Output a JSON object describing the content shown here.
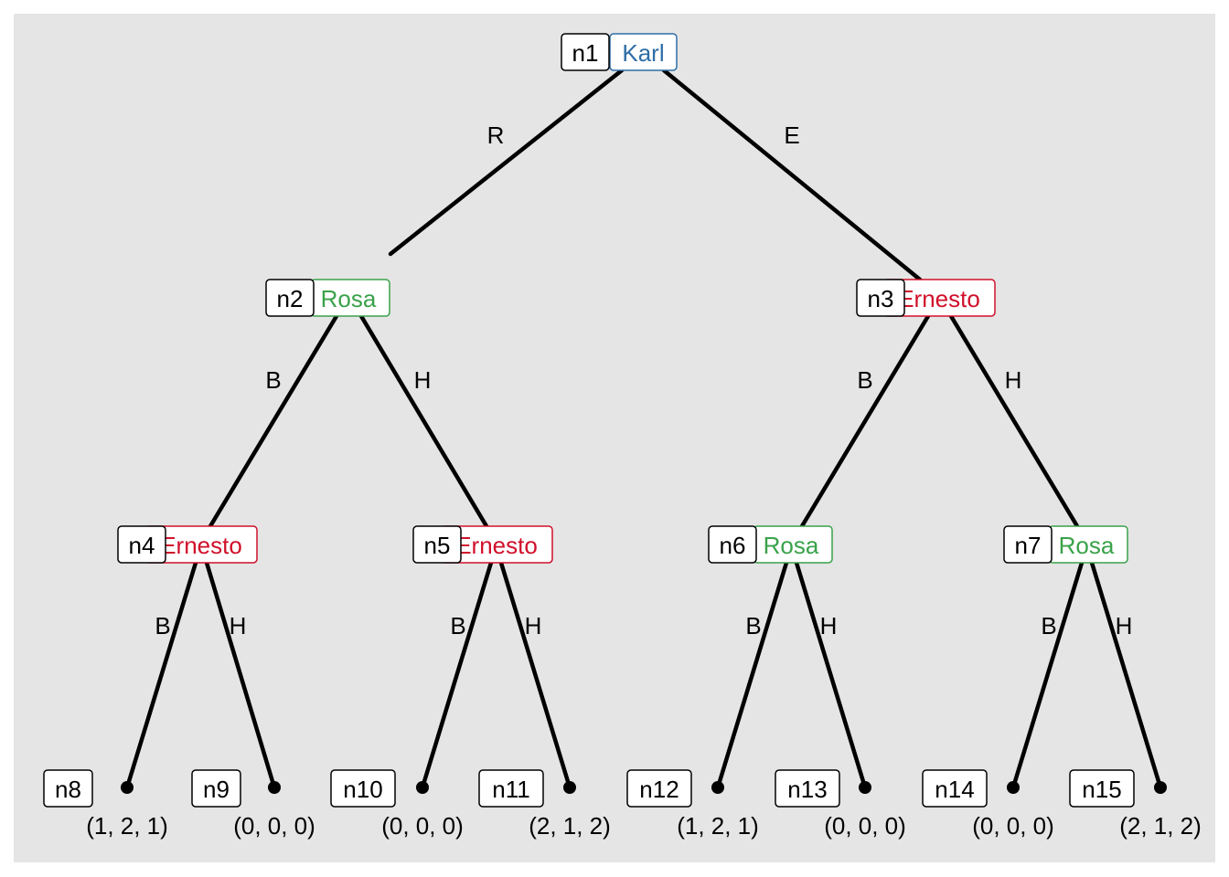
{
  "player_colors": {
    "Karl": "#2f6ea6",
    "Rosa": "#3aa24a",
    "Ernesto": "#d1102a"
  },
  "nodes": [
    {
      "id": "n1",
      "player": "Karl"
    },
    {
      "id": "n2",
      "player": "Rosa"
    },
    {
      "id": "n3",
      "player": "Ernesto"
    },
    {
      "id": "n4",
      "player": "Ernesto"
    },
    {
      "id": "n5",
      "player": "Ernesto"
    },
    {
      "id": "n6",
      "player": "Rosa"
    },
    {
      "id": "n7",
      "player": "Rosa"
    }
  ],
  "leaves": [
    {
      "id": "n8",
      "payoff": "(1, 2, 1)"
    },
    {
      "id": "n9",
      "payoff": "(0, 0, 0)"
    },
    {
      "id": "n10",
      "payoff": "(0, 0, 0)"
    },
    {
      "id": "n11",
      "payoff": "(2, 1, 2)"
    },
    {
      "id": "n12",
      "payoff": "(1, 2, 1)"
    },
    {
      "id": "n13",
      "payoff": "(0, 0, 0)"
    },
    {
      "id": "n14",
      "payoff": "(0, 0, 0)"
    },
    {
      "id": "n15",
      "payoff": "(2, 1, 2)"
    }
  ],
  "edges": [
    {
      "from": "n1",
      "to": "n2",
      "label": "R"
    },
    {
      "from": "n1",
      "to": "n3",
      "label": "E"
    },
    {
      "from": "n2",
      "to": "n4",
      "label": "B"
    },
    {
      "from": "n2",
      "to": "n5",
      "label": "H"
    },
    {
      "from": "n3",
      "to": "n6",
      "label": "B"
    },
    {
      "from": "n3",
      "to": "n7",
      "label": "H"
    },
    {
      "from": "n4",
      "to": "n8",
      "label": "B"
    },
    {
      "from": "n4",
      "to": "n9",
      "label": "H"
    },
    {
      "from": "n5",
      "to": "n10",
      "label": "B"
    },
    {
      "from": "n5",
      "to": "n11",
      "label": "H"
    },
    {
      "from": "n6",
      "to": "n12",
      "label": "B"
    },
    {
      "from": "n6",
      "to": "n13",
      "label": "H"
    },
    {
      "from": "n7",
      "to": "n14",
      "label": "B"
    },
    {
      "from": "n7",
      "to": "n15",
      "label": "H"
    }
  ]
}
